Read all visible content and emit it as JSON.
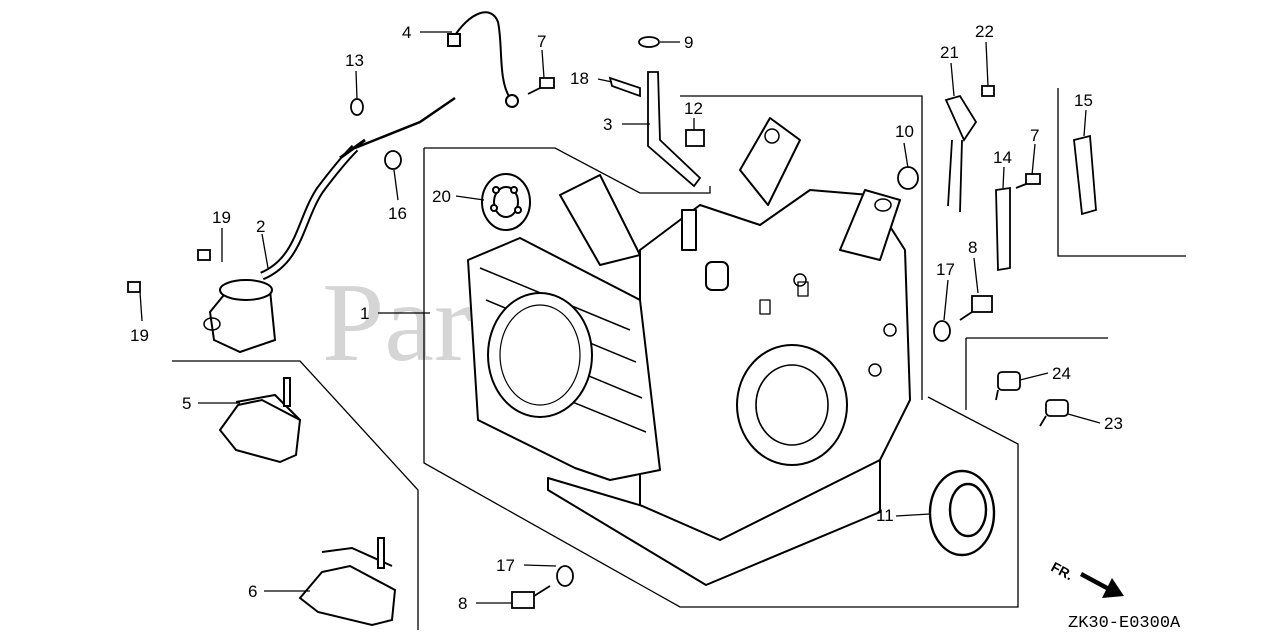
{
  "watermark": "PartsTree",
  "diagram_code": "ZK30-E0300A",
  "direction_label": "FR.",
  "callouts": {
    "c1": "1",
    "c2": "2",
    "c3": "3",
    "c4": "4",
    "c5": "5",
    "c6": "6",
    "c7a": "7",
    "c7b": "7",
    "c8a": "8",
    "c8b": "8",
    "c9": "9",
    "c10": "10",
    "c11": "11",
    "c12": "12",
    "c13": "13",
    "c14": "14",
    "c15": "15",
    "c16": "16",
    "c17a": "17",
    "c17b": "17",
    "c18": "18",
    "c19a": "19",
    "c19b": "19",
    "c20": "20",
    "c21": "21",
    "c22": "22",
    "c23": "23",
    "c24": "24"
  }
}
